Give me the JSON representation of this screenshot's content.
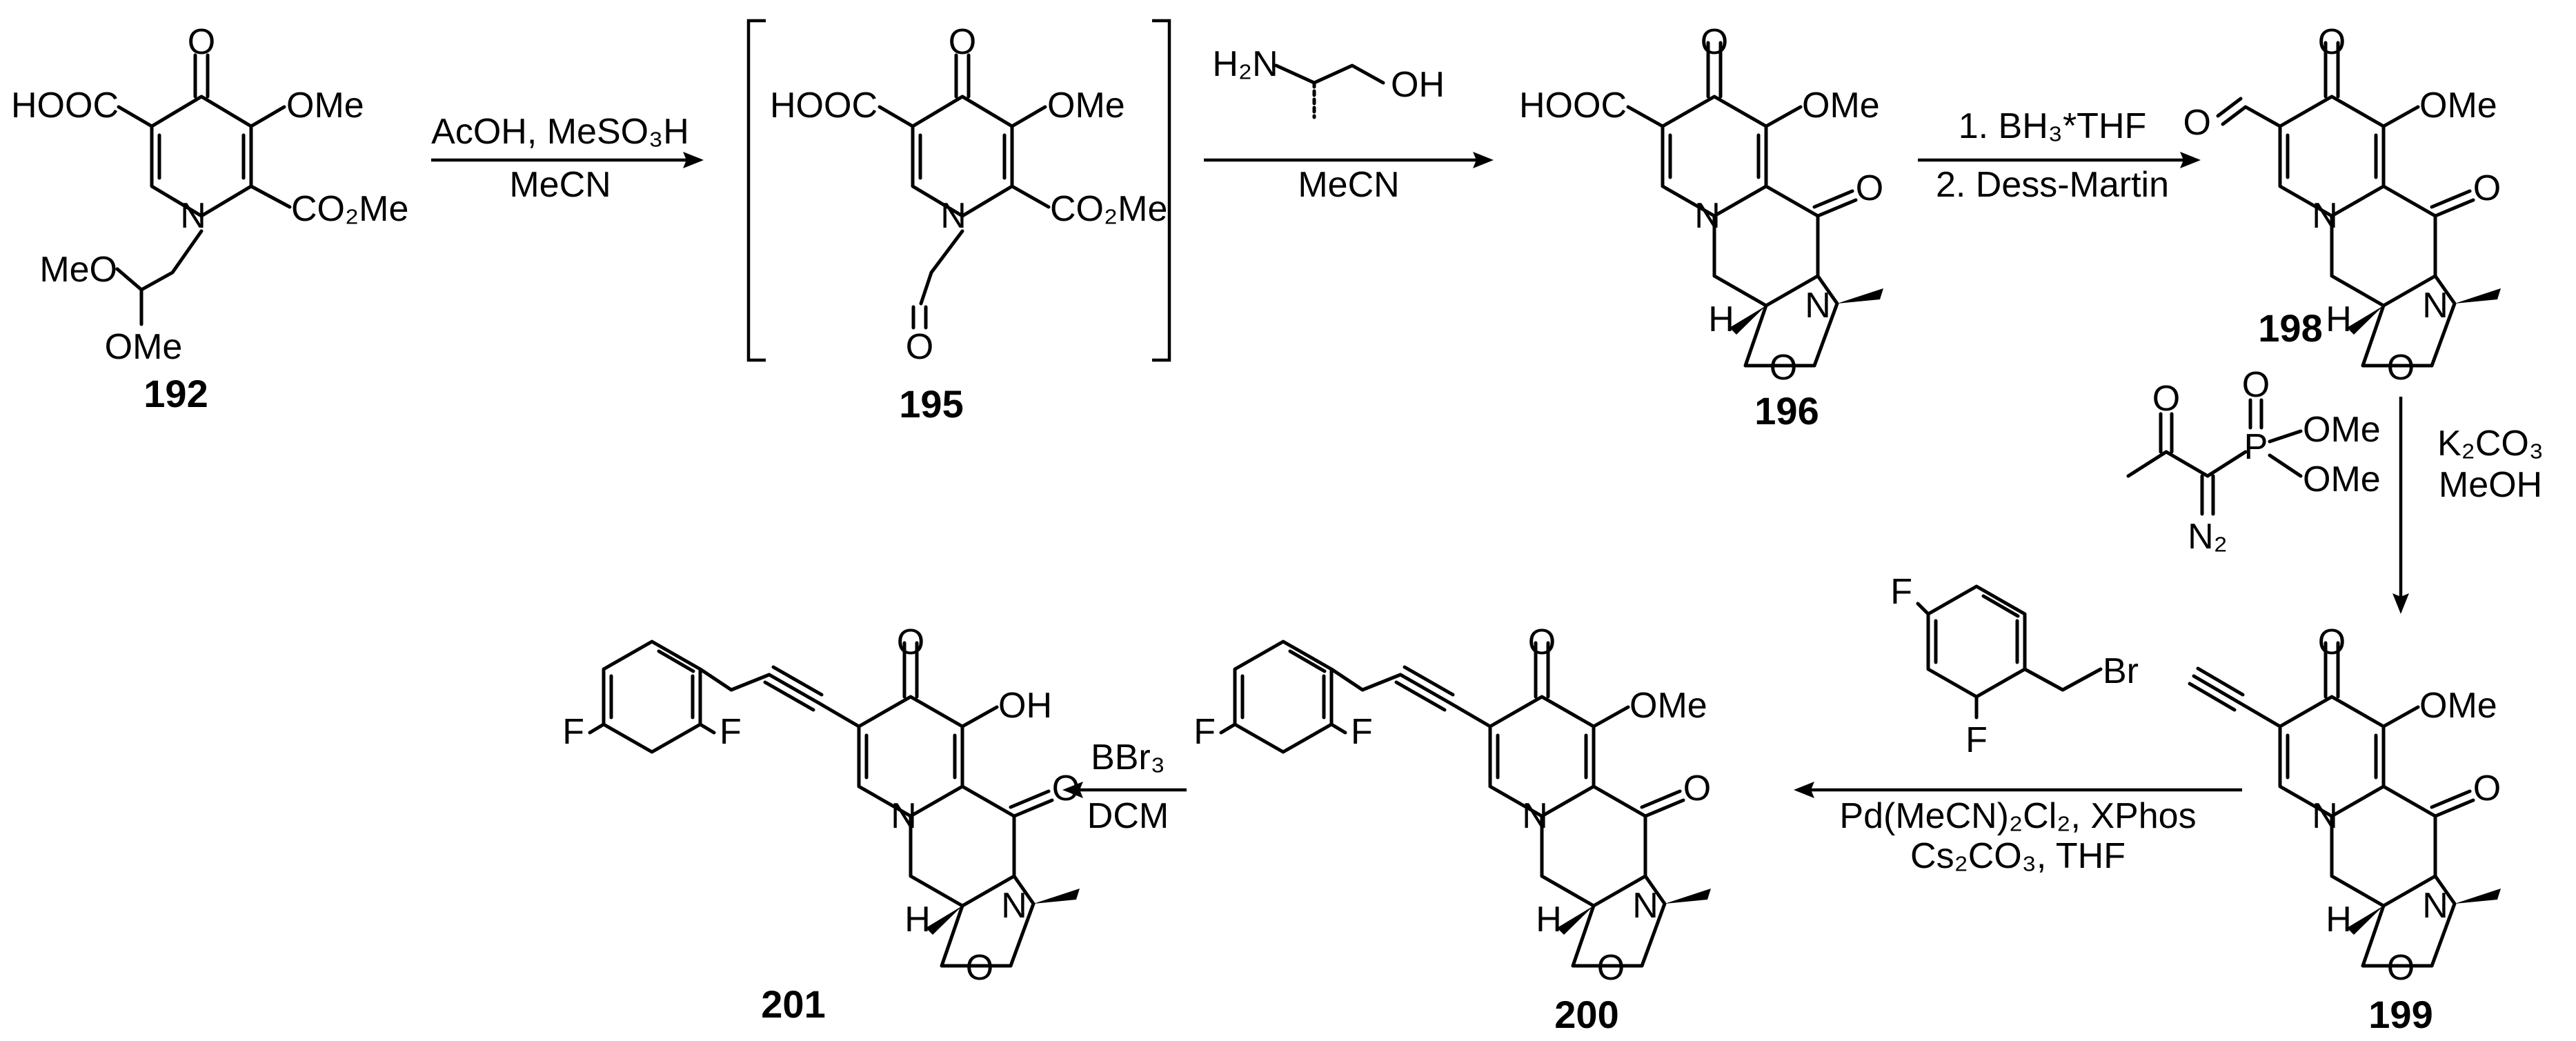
{
  "compounds": {
    "c192": "192",
    "c195": "195",
    "c196": "196",
    "c198": "198",
    "c199": "199",
    "c200": "200",
    "c201": "201"
  },
  "steps": {
    "s1": {
      "above": "AcOH, MeSO₃H",
      "below": "MeCN"
    },
    "s2": {
      "reagent": "H₂N…OH (aminopropanol)",
      "below": "MeCN"
    },
    "s3": {
      "line1": "1. BH₃*THF",
      "line2": "2. Dess-Martin"
    },
    "s4": {
      "line1": "K₂CO₃",
      "line2": "MeOH"
    },
    "s5": {
      "line1": "Pd(MeCN)₂Cl₂, XPhos",
      "line2": "Cs₂CO₃, THF"
    },
    "s6": {
      "line1": "BBr₃",
      "line2": "DCM"
    }
  },
  "labels": {
    "HOOC": "HOOC",
    "O": "O",
    "OMe": "OMe",
    "OH": "OH",
    "N": "N",
    "H": "H",
    "F": "F",
    "Br": "Br",
    "P": "P",
    "MeO": "MeO",
    "CO2Me": "CO₂Me",
    "H2N": "H₂N",
    "N2": "N₂"
  }
}
